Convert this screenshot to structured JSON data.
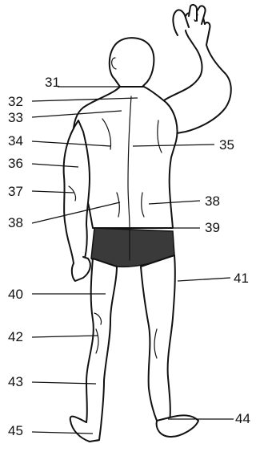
{
  "labels": [
    {
      "id": "31",
      "text": "31"
    },
    {
      "id": "32",
      "text": "32"
    },
    {
      "id": "33",
      "text": "33"
    },
    {
      "id": "34",
      "text": "34"
    },
    {
      "id": "35",
      "text": "35"
    },
    {
      "id": "36",
      "text": "36"
    },
    {
      "id": "37",
      "text": "37"
    },
    {
      "id": "38-left",
      "text": "38"
    },
    {
      "id": "38-right",
      "text": "38"
    },
    {
      "id": "39",
      "text": "39"
    },
    {
      "id": "40",
      "text": "40"
    },
    {
      "id": "41",
      "text": "41"
    },
    {
      "id": "42",
      "text": "42"
    },
    {
      "id": "43",
      "text": "43"
    },
    {
      "id": "44",
      "text": "44"
    },
    {
      "id": "45",
      "text": "45"
    }
  ],
  "colors": {
    "ink": "#111111",
    "shorts": "#3a3a3a",
    "background": "#ffffff"
  }
}
